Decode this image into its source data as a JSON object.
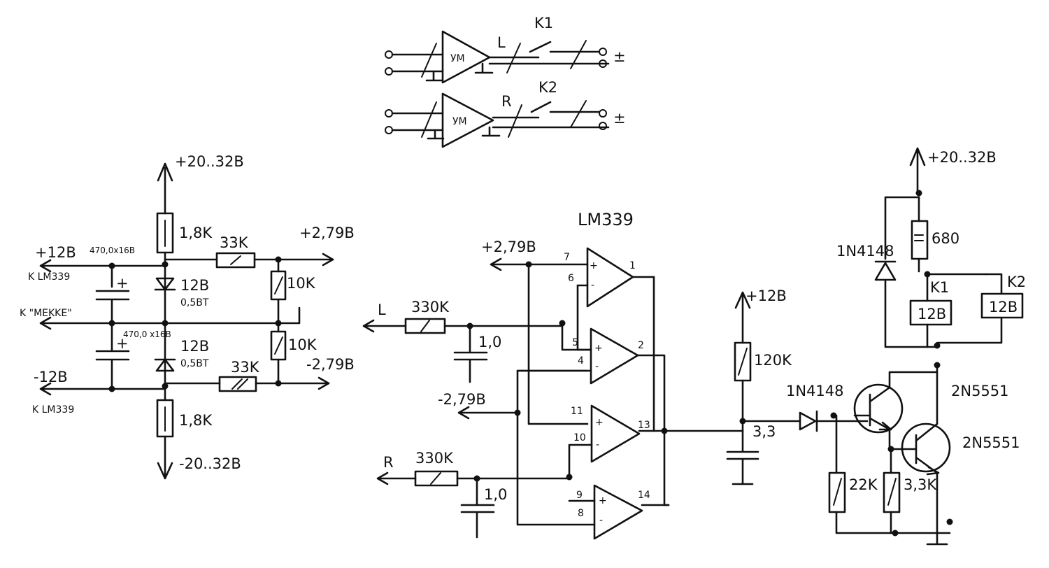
{
  "top": {
    "amp_label": "УМ",
    "channel_L": "L",
    "channel_R": "R",
    "relay_K1": "K1",
    "relay_K2": "K2",
    "speaker_sign": "±"
  },
  "power": {
    "supply_top": "+20..32B",
    "supply_bottom": "-20..32B",
    "r_top": "1,8K",
    "r_bottom": "1,8K",
    "r_div_top": "33K",
    "r_div_bottom": "33K",
    "r_mid_top": "10K",
    "r_mid_bottom": "10K",
    "zener_top": "12B",
    "zener_top_power": "0,5BT",
    "zener_bottom": "12B",
    "zener_bottom_power": "0,5BT",
    "cap_top": "470,0x16B",
    "cap_bottom": "470,0 x16B",
    "plus_sign": "+",
    "out_plus12": "+12B",
    "out_plus12_to": "K LM339",
    "out_gnd_to": "K \"MEKKE\"",
    "out_minus12": "-12B",
    "out_minus12_to": "K LM339",
    "ref_plus": "+2,79B",
    "ref_minus": "-2,79B"
  },
  "comparator": {
    "ic": "LM339",
    "ref_plus": "+2,79B",
    "ref_minus": "-2,79B",
    "in_L": "L",
    "in_R": "R",
    "r_L": "330K",
    "r_R": "330K",
    "c_L": "1,0",
    "c_R": "1,0",
    "pins": [
      "7",
      "6",
      "1",
      "5",
      "4",
      "2",
      "11",
      "10",
      "13",
      "9",
      "8",
      "14"
    ],
    "plus": "+",
    "minus": "-"
  },
  "driver": {
    "supply": "+12B",
    "r_pullup": "120K",
    "c_timing": "3,3",
    "diode": "1N4148",
    "r_base": "22K",
    "r_emitter": "3,3K",
    "transistor1": "2N5551",
    "transistor2": "2N5551"
  },
  "relay": {
    "supply": "+20..32B",
    "flyback_diode": "1N4148",
    "r_series": "680",
    "k1": "K1",
    "k2": "K2",
    "k1_v": "12B",
    "k2_v": "12B"
  }
}
